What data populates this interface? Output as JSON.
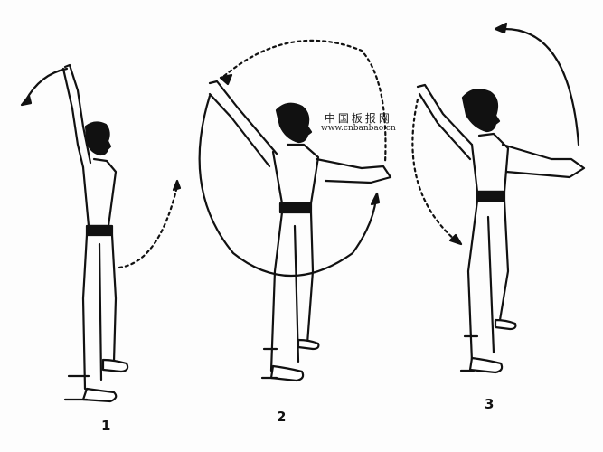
{
  "illustration": {
    "description": "Three-step arm circling exercise line drawing",
    "ink_color": "#111111",
    "background": "#fdfdfd",
    "steps": [
      {
        "label": "1",
        "pose": "right arm raised straight overhead, other arm swinging back"
      },
      {
        "label": "2",
        "pose": "arms extended in wide V, full circular motion arrow"
      },
      {
        "label": "3",
        "pose": "arms forward and back, arcing arrows"
      }
    ]
  },
  "watermark": {
    "site_name_cn": "中国板报网",
    "url": "www.cnbanbao.cn"
  }
}
